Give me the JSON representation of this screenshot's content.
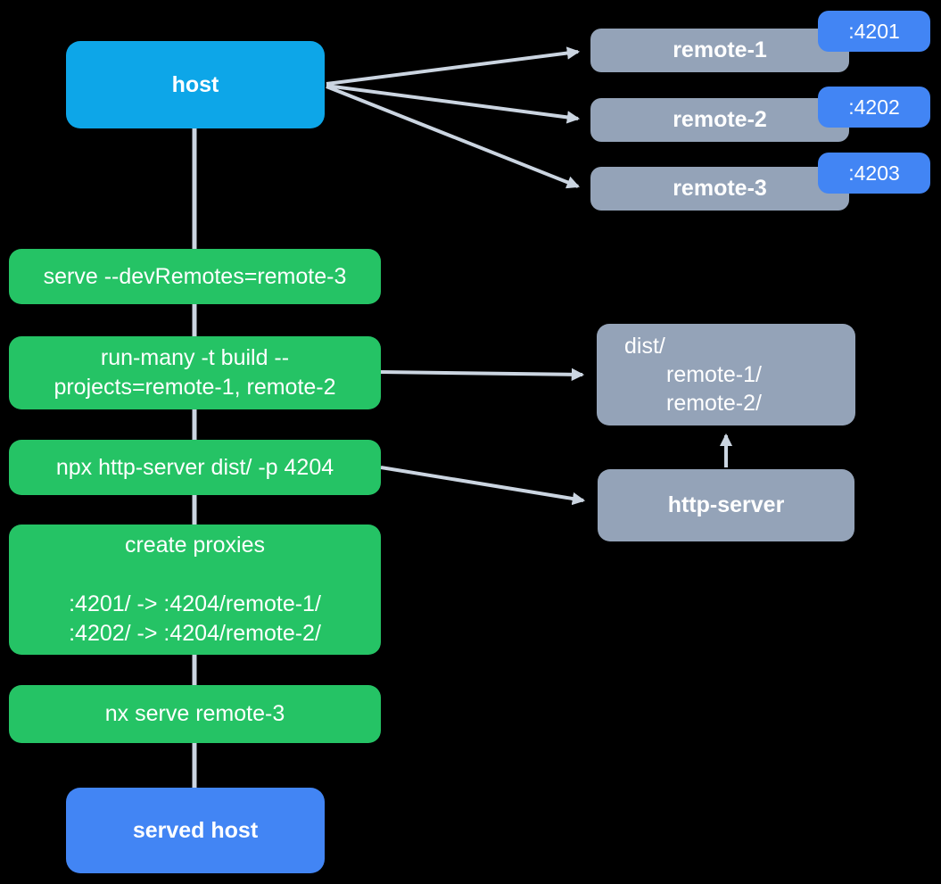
{
  "colors": {
    "background": "#000000",
    "host_fill": "#0da6e8",
    "remote_fill": "#94a3b8",
    "badge_fill": "#4285f4",
    "step_fill": "#25c365",
    "served_fill": "#4285f4",
    "connector": "#cbd5e1",
    "text": "#ffffff"
  },
  "host": {
    "label": "host"
  },
  "remotes": [
    {
      "label": "remote-1",
      "port": ":4201"
    },
    {
      "label": "remote-2",
      "port": ":4202"
    },
    {
      "label": "remote-3",
      "port": ":4203"
    }
  ],
  "steps": [
    {
      "lines": [
        "serve --devRemotes=remote-3"
      ]
    },
    {
      "lines": [
        "run-many -t build --",
        "projects=remote-1, remote-2"
      ]
    },
    {
      "lines": [
        "npx http-server dist/ -p 4204"
      ]
    },
    {
      "title": "create proxies",
      "lines": [
        ":4201/ -> :4204/remote-1/",
        ":4202/ -> :4204/remote-2/"
      ]
    },
    {
      "lines": [
        "nx serve remote-3"
      ]
    }
  ],
  "dist": {
    "lines": [
      "dist/",
      "remote-1/",
      "remote-2/"
    ]
  },
  "http_server": {
    "label": "http-server"
  },
  "served_host": {
    "label": "served host"
  }
}
